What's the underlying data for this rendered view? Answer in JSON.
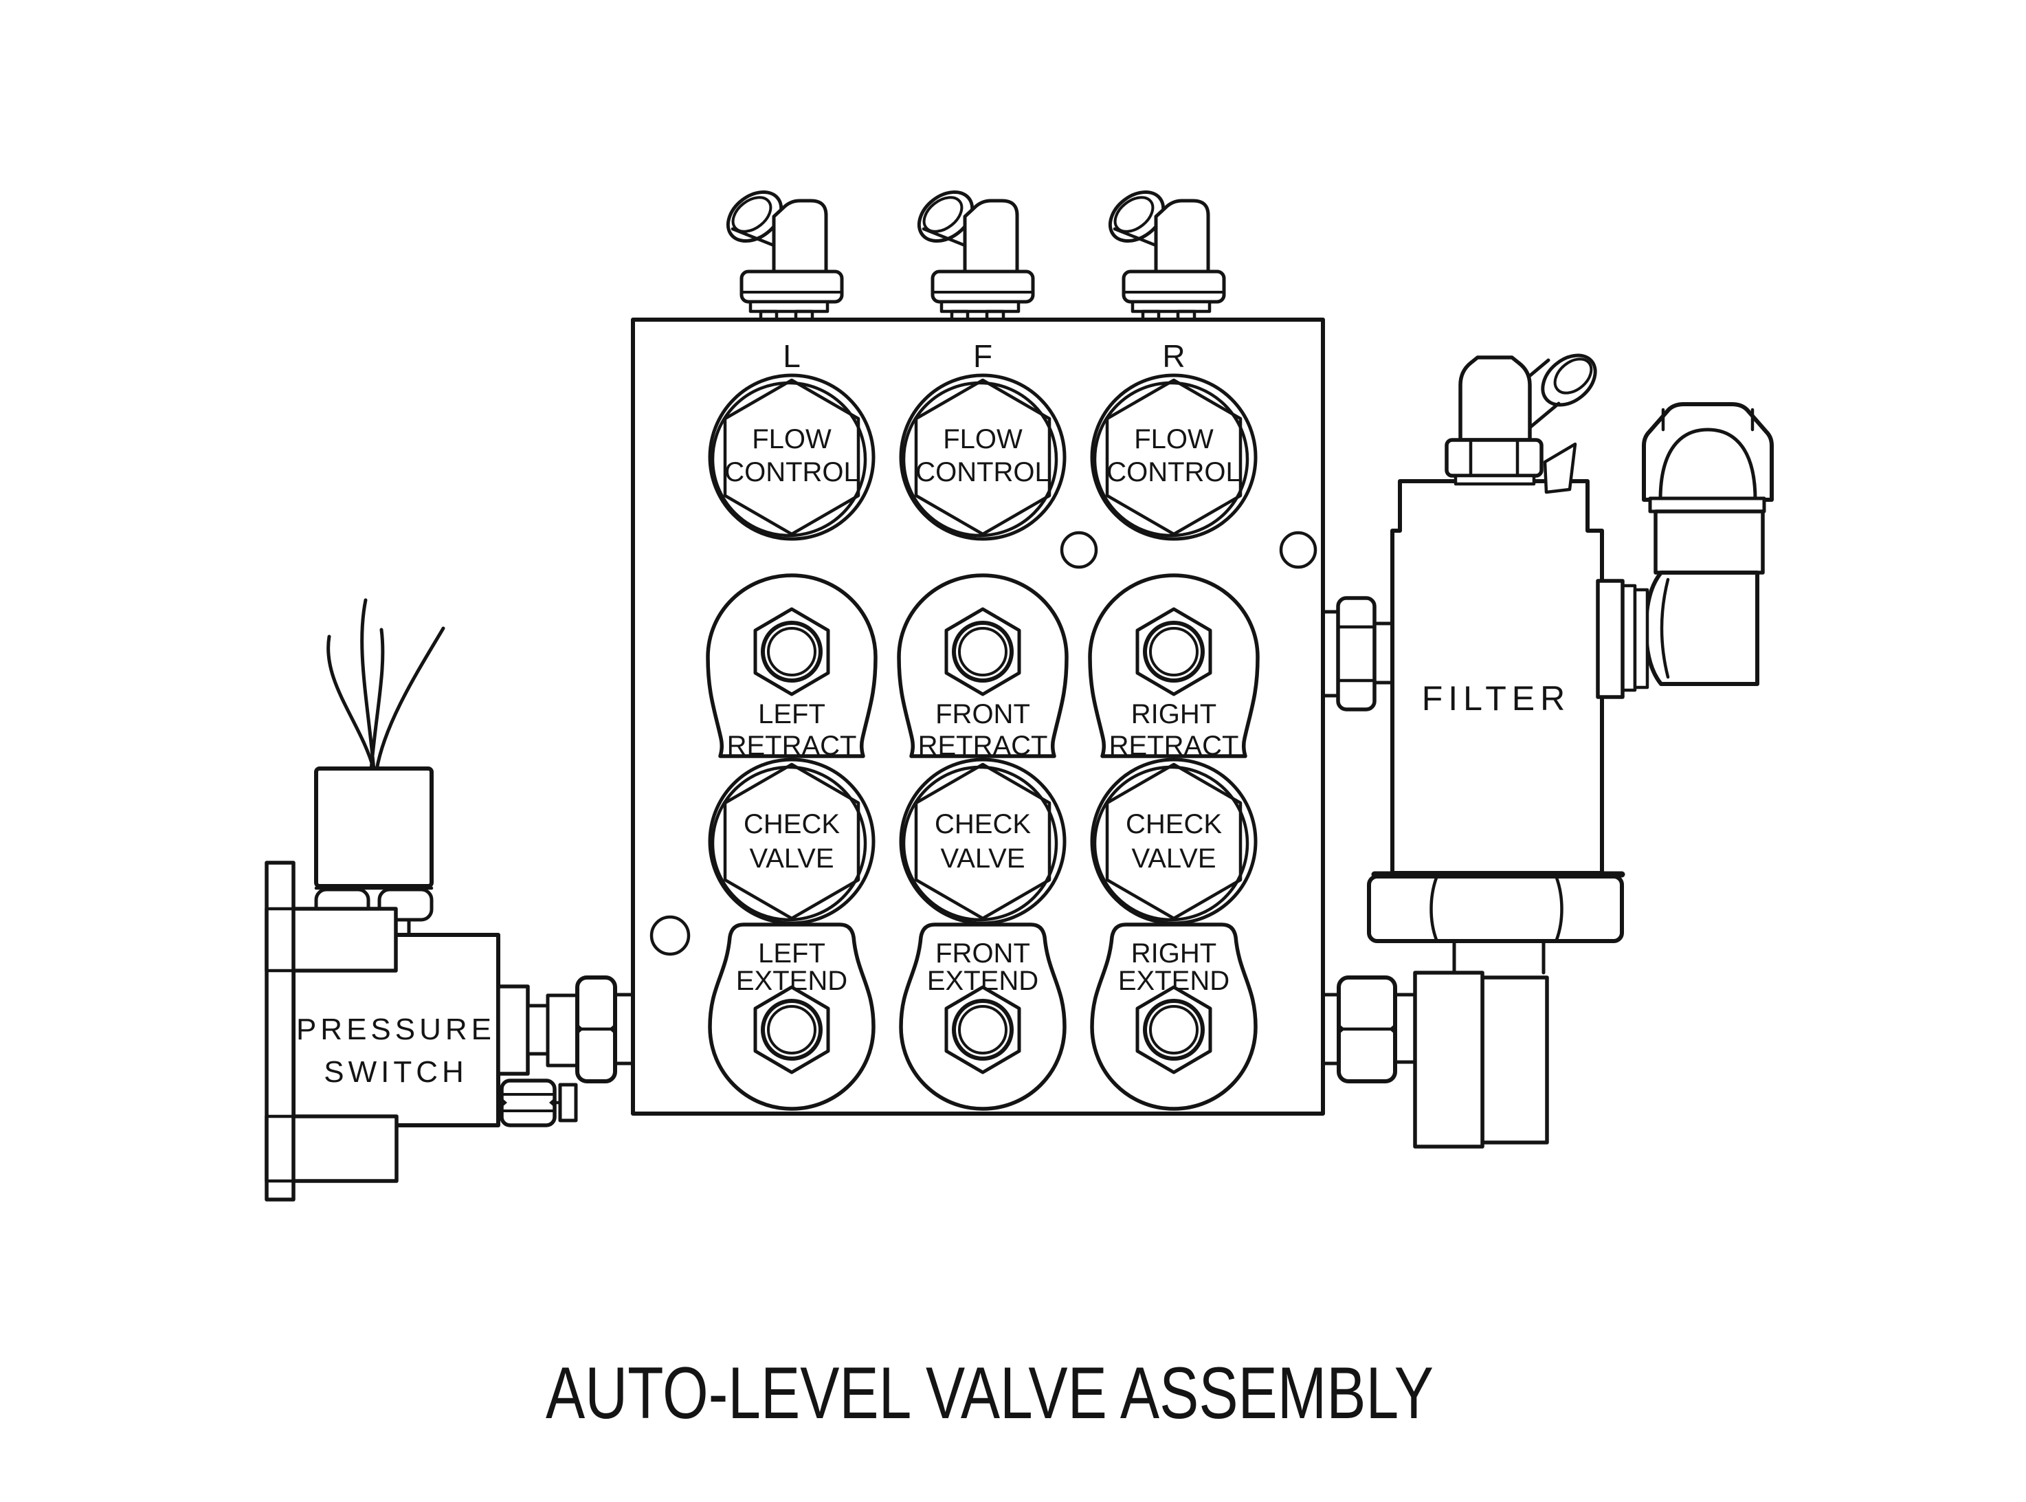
{
  "title": "AUTO-LEVEL VALVE ASSEMBLY",
  "valve_block": {
    "columns": [
      {
        "port": "L",
        "flow1": "FLOW",
        "flow2": "CONTROL",
        "retract1": "LEFT",
        "retract2": "RETRACT",
        "check1": "CHECK",
        "check2": "VALVE",
        "extend1": "LEFT",
        "extend2": "EXTEND"
      },
      {
        "port": "F",
        "flow1": "FLOW",
        "flow2": "CONTROL",
        "retract1": "FRONT",
        "retract2": "RETRACT",
        "check1": "CHECK",
        "check2": "VALVE",
        "extend1": "FRONT",
        "extend2": "EXTEND"
      },
      {
        "port": "R",
        "flow1": "FLOW",
        "flow2": "CONTROL",
        "retract1": "RIGHT",
        "retract2": "RETRACT",
        "check1": "CHECK",
        "check2": "VALVE",
        "extend1": "RIGHT",
        "extend2": "EXTEND"
      }
    ]
  },
  "pressure_switch": {
    "label1": "PRESSURE",
    "label2": "SWITCH"
  },
  "filter": {
    "label": "FILTER"
  },
  "colors": {
    "ink": "#141414",
    "paper": "#ffffff"
  }
}
